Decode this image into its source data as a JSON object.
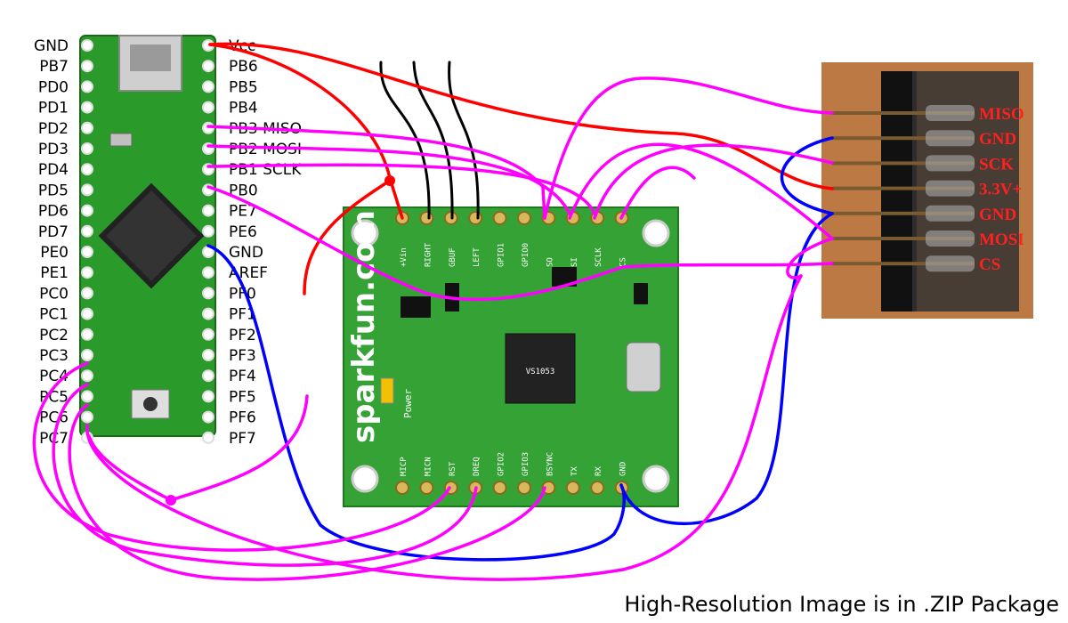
{
  "teensy": {
    "left_pins": [
      "GND",
      "PB7",
      "PD0",
      "PD1",
      "PD2",
      "PD3",
      "PD4",
      "PD5",
      "PD6",
      "PD7",
      "PE0",
      "PE1",
      "PC0",
      "PC1",
      "PC2",
      "PC3",
      "PC4",
      "PC5",
      "PC6",
      "PC7"
    ],
    "right_pins": [
      "Vcc",
      "PB6",
      "PB5",
      "PB4",
      "PB3  MISO",
      "PB2  MOSI",
      "PB1  SCLK",
      "PB0",
      "PE7",
      "PE6",
      "GND",
      "AREF",
      "PF0",
      "PF1",
      "PF2",
      "PF3",
      "PF4",
      "PF5",
      "PF6",
      "PF7"
    ]
  },
  "vs1053": {
    "brand": "sparkfun.com",
    "power_label": "Power",
    "top_pins": [
      "+Vin",
      "RIGHT",
      "GBUF",
      "LEFT",
      "GPIO1",
      "GPIO0",
      "SO",
      "SI",
      "SCLK",
      "CS"
    ],
    "bottom_pins": [
      "MICP",
      "MICN",
      "RST",
      "DREQ",
      "GPIO2",
      "GPIO3",
      "BSYNC",
      "TX",
      "RX",
      "GND"
    ],
    "chip_label": "VS1053"
  },
  "sd_connector": {
    "labels": [
      "MISO",
      "GND",
      "SCK",
      "3.3V+",
      "GND",
      "MOSI",
      "CS"
    ]
  },
  "caption": "High-Resolution Image is in .ZIP Package",
  "colors": {
    "board_green": "#2f9a2f",
    "wire_power": "#ff0000",
    "wire_ground": "#0000ff",
    "wire_signal": "#ff00ff",
    "wire_audio": "#000000",
    "connector_label": "#ff2020"
  }
}
